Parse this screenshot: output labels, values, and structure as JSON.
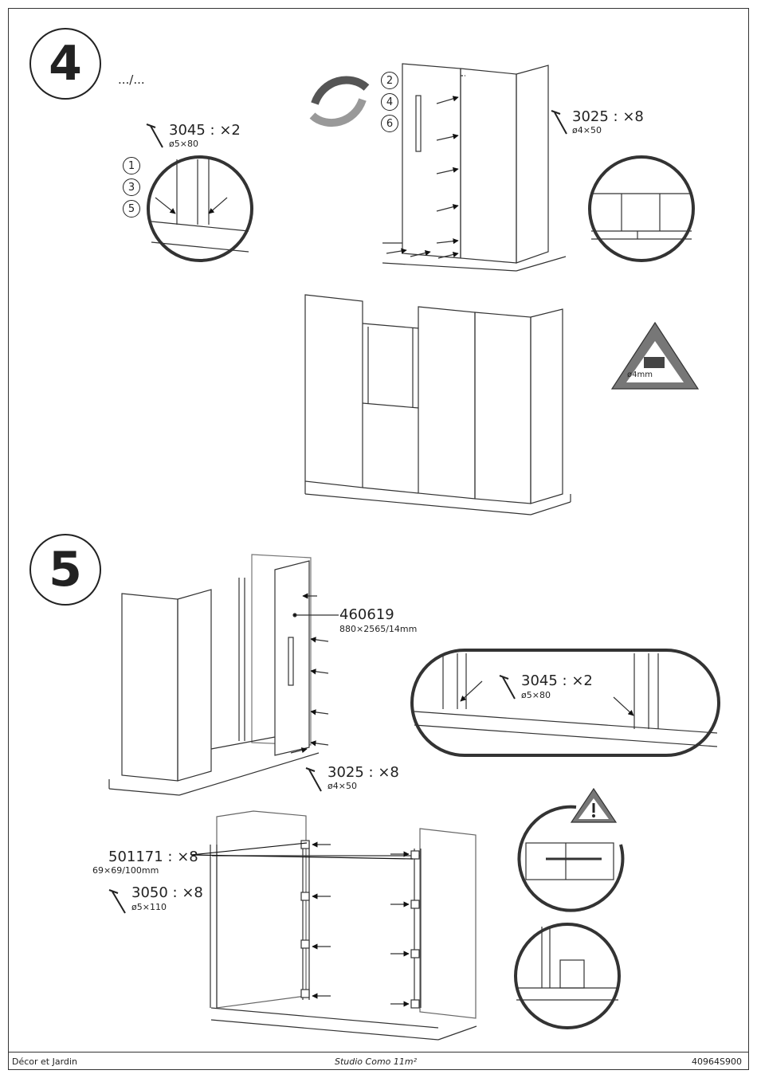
{
  "step4": {
    "number": "4",
    "continuation": ".../...",
    "left_detail": {
      "screw_code": "3045 : ×2",
      "screw_dim": "ø5×80",
      "order_badges": [
        "1",
        "3",
        "5"
      ]
    },
    "top_assembly": {
      "order_badges": [
        "2",
        "4",
        "6"
      ],
      "screw_code": "3025 : ×8",
      "screw_dim": "ø4×50"
    },
    "drill_warning": {
      "label": "ø4mm"
    }
  },
  "step5": {
    "number": "5",
    "panel": {
      "code": "460619",
      "dim": "880×2565/14mm"
    },
    "detail_screw": {
      "code": "3045 : ×2",
      "dim": "ø5×80"
    },
    "bottom_screw": {
      "code": "3025 : ×8",
      "dim": "ø4×50"
    },
    "bracket": {
      "code": "501171 : ×8",
      "dim": "69×69/100mm"
    },
    "bracket_screw": {
      "code": "3050 : ×8",
      "dim": "ø5×110"
    }
  },
  "footer": {
    "brand": "Décor et Jardin",
    "product": "Studio Como 11m²",
    "reference": "40964S900"
  }
}
